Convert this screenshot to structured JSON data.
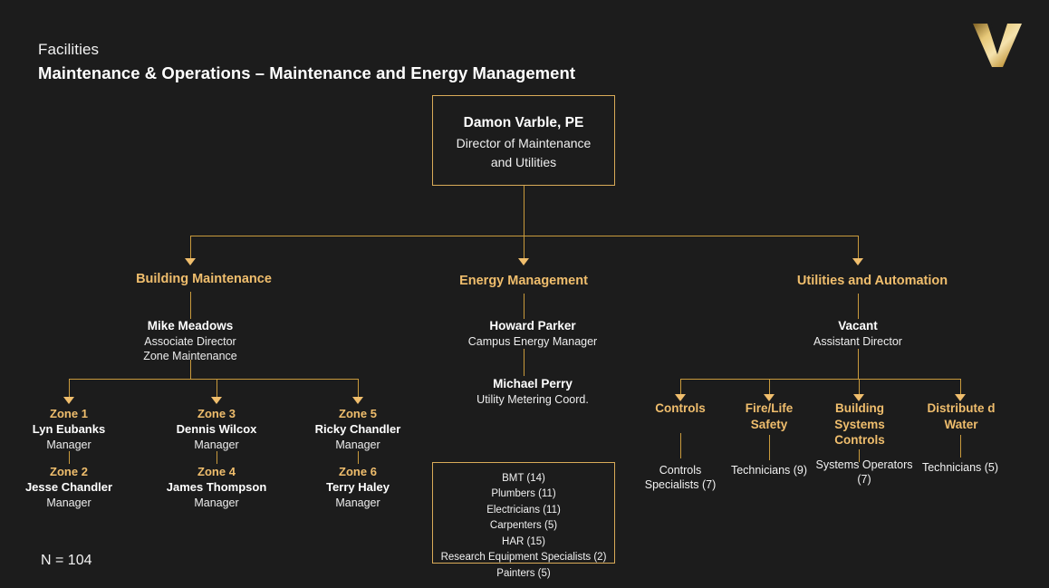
{
  "header": {
    "eyebrow": "Facilities",
    "title": "Maintenance & Operations – Maintenance and Energy Management",
    "logo_name": "vanderbilt-v-logo"
  },
  "colors": {
    "background": "#1c1c1c",
    "gold": "#f0be6d",
    "connector": "#c99a3c",
    "box_border": "#d9ab58",
    "text_primary": "#ffffff",
    "text_secondary": "#ededed"
  },
  "director": {
    "name": "Damon Varble, PE",
    "role_line1": "Director of Maintenance",
    "role_line2": "and Utilities"
  },
  "branches": [
    {
      "unit": "Building Maintenance",
      "lead_name": "Mike Meadows",
      "lead_role1": "Associate Director",
      "lead_role2": "Zone Maintenance"
    },
    {
      "unit": "Energy Management",
      "lead_name": "Howard Parker",
      "lead_role1": "Campus Energy Manager",
      "second_name": "Michael Perry",
      "second_role": "Utility Metering Coord."
    },
    {
      "unit": "Utilities and Automation",
      "lead_name": "Vacant",
      "lead_role1": "Assistant Director"
    }
  ],
  "zones": [
    {
      "label": "Zone 1",
      "name": "Lyn Eubanks",
      "role": "Manager"
    },
    {
      "label": "Zone 2",
      "name": "Jesse Chandler",
      "role": "Manager"
    },
    {
      "label": "Zone 3",
      "name": "Dennis Wilcox",
      "role": "Manager"
    },
    {
      "label": "Zone 4",
      "name": "James Thompson",
      "role": "Manager"
    },
    {
      "label": "Zone 5",
      "name": "Ricky Chandler",
      "role": "Manager"
    },
    {
      "label": "Zone 6",
      "name": "Terry Haley",
      "role": "Manager"
    }
  ],
  "trades": [
    "BMT (14)",
    "Plumbers (11)",
    "Electricians (11)",
    "Carpenters (5)",
    "HAR (15)",
    "Research Equipment Specialists (2)",
    "Painters (5)"
  ],
  "automation_units": [
    {
      "name": "Controls",
      "staff": "Controls Specialists (7)"
    },
    {
      "name": "Fire/Life Safety",
      "staff": "Technicians (9)"
    },
    {
      "name": "Building Systems Controls",
      "staff": "Systems Operators (7)"
    },
    {
      "name": "Distribute d Water",
      "staff": "Technicians (5)"
    }
  ],
  "footer": {
    "total": "N = 104"
  }
}
